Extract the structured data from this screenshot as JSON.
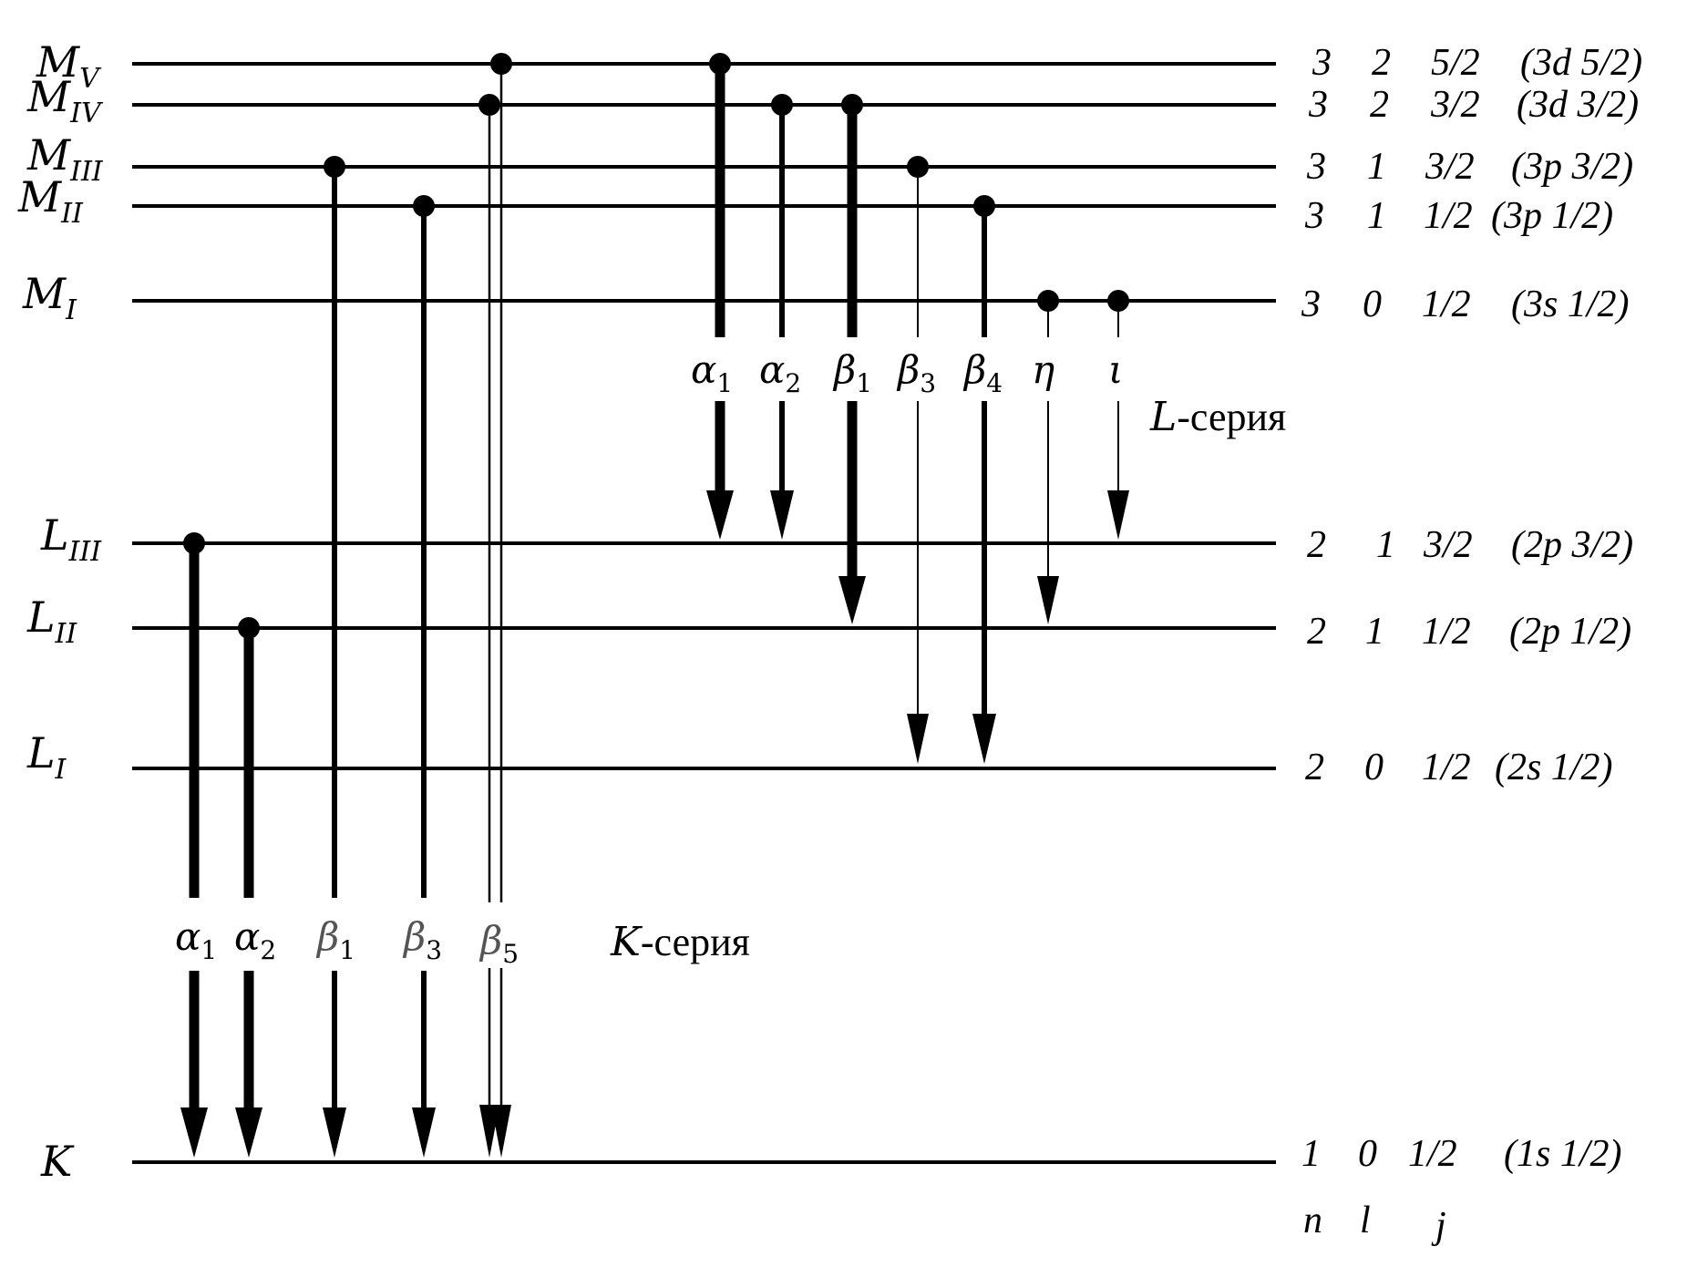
{
  "levels": [
    {
      "id": "MV",
      "sym": "M",
      "sub": "V",
      "n": "3",
      "l": "2",
      "j": "5/2",
      "orbital": "(3d 5/2)"
    },
    {
      "id": "MIV",
      "sym": "M",
      "sub": "IV",
      "n": "3",
      "l": "2",
      "j": "3/2",
      "orbital": "(3d 3/2)"
    },
    {
      "id": "MIII",
      "sym": "M",
      "sub": "III",
      "n": "3",
      "l": "1",
      "j": "3/2",
      "orbital": "(3p 3/2)"
    },
    {
      "id": "MII",
      "sym": "M",
      "sub": "II",
      "n": "3",
      "l": "1",
      "j": "1/2",
      "orbital": "(3p 1/2)"
    },
    {
      "id": "MI",
      "sym": "M",
      "sub": "I",
      "n": "3",
      "l": "0",
      "j": "1/2",
      "orbital": "(3s 1/2)"
    },
    {
      "id": "LIII",
      "sym": "L",
      "sub": "III",
      "n": "2",
      "l": "1",
      "j": "3/2",
      "orbital": "(2p 3/2)"
    },
    {
      "id": "LII",
      "sym": "L",
      "sub": "II",
      "n": "2",
      "l": "1",
      "j": "1/2",
      "orbital": "(2p 1/2)"
    },
    {
      "id": "LI",
      "sym": "L",
      "sub": "I",
      "n": "2",
      "l": "0",
      "j": "1/2",
      "orbital": "(2s  1/2)"
    },
    {
      "id": "K",
      "sym": "K",
      "sub": "",
      "n": "1",
      "l": "0",
      "j": "1/2",
      "orbital": "(1s 1/2)"
    }
  ],
  "quantum_headers": {
    "n": "n",
    "l": "l",
    "j": "j"
  },
  "k_series": {
    "label_letter": "K",
    "label_suffix": "-серия",
    "transitions": [
      {
        "greek": "α",
        "sub": "1",
        "from": "LIII",
        "to": "K",
        "weight": "strong"
      },
      {
        "greek": "α",
        "sub": "2",
        "from": "LII",
        "to": "K",
        "weight": "strong"
      },
      {
        "greek": "β",
        "sub": "1",
        "from": "MIII",
        "to": "K",
        "weight": "medium"
      },
      {
        "greek": "β",
        "sub": "3",
        "from": "MII",
        "to": "K",
        "weight": "medium"
      },
      {
        "greek": "β",
        "sub": "5",
        "from": "MV/MIV",
        "to": "K",
        "weight": "double"
      }
    ]
  },
  "l_series": {
    "label_letter": "L",
    "label_suffix": "-серия",
    "transitions": [
      {
        "greek": "α",
        "sub": "1",
        "from": "MV",
        "to": "LIII",
        "weight": "strong"
      },
      {
        "greek": "α",
        "sub": "2",
        "from": "MIV",
        "to": "LIII",
        "weight": "medium"
      },
      {
        "greek": "β",
        "sub": "1",
        "from": "MIV",
        "to": "LII",
        "weight": "strong"
      },
      {
        "greek": "β",
        "sub": "3",
        "from": "MIII",
        "to": "LI",
        "weight": "thin"
      },
      {
        "greek": "β",
        "sub": "4",
        "from": "MII",
        "to": "LI",
        "weight": "medium"
      },
      {
        "greek": "η",
        "sub": "",
        "from": "MI",
        "to": "LII",
        "weight": "thin"
      },
      {
        "greek": "ι",
        "sub": "",
        "from": "MI",
        "to": "LIII",
        "weight": "thin"
      }
    ]
  }
}
